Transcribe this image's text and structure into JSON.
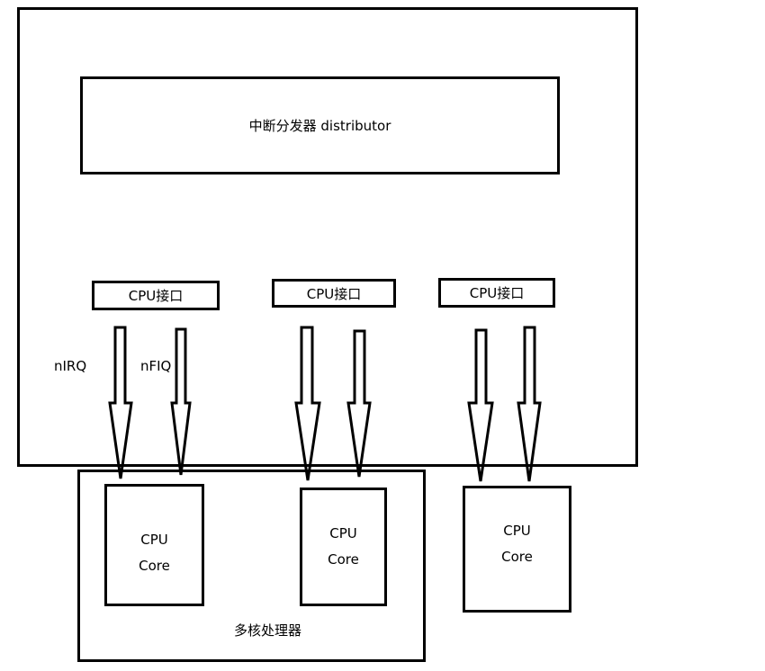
{
  "gic": {
    "distributor_label": "中断分发器 distributor",
    "cpu_interfaces": [
      "CPU接口",
      "CPU接口",
      "CPU接口"
    ],
    "signals": {
      "irq": "nIRQ",
      "fiq": "nFIQ"
    }
  },
  "processor": {
    "label": "多核处理器",
    "cores": [
      {
        "line1": "CPU",
        "line2": "Core"
      },
      {
        "line1": "CPU",
        "line2": "Core"
      },
      {
        "line1": "CPU",
        "line2": "Core"
      }
    ]
  }
}
